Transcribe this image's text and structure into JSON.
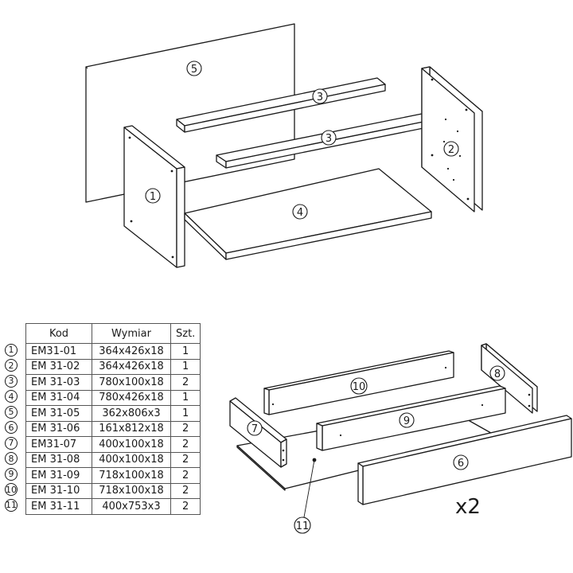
{
  "labels": {
    "back_panel": "5",
    "shelf_upper": "3",
    "shelf_lower": "3",
    "side_right": "2",
    "side_left": "1",
    "bottom": "4",
    "drawer_back": "10",
    "drawer_side_right": "8",
    "drawer_inner": "9",
    "drawer_side_left": "7",
    "drawer_front": "6",
    "drawer_bottom": "11",
    "quantity": "x2"
  },
  "table": {
    "headers": {
      "kod": "Kod",
      "wymiar": "Wymiar",
      "szt": "Szt."
    },
    "rows": [
      {
        "num": "1",
        "kod": "EM31-01",
        "wymiar": "364x426x18",
        "szt": "1"
      },
      {
        "num": "2",
        "kod": "EM 31-02",
        "wymiar": "364x426x18",
        "szt": "1"
      },
      {
        "num": "3",
        "kod": "EM 31-03",
        "wymiar": "780x100x18",
        "szt": "2"
      },
      {
        "num": "4",
        "kod": "EM 31-04",
        "wymiar": "780x426x18",
        "szt": "1"
      },
      {
        "num": "5",
        "kod": "EM 31-05",
        "wymiar": "362x806x3",
        "szt": "1"
      },
      {
        "num": "6",
        "kod": "EM 31-06",
        "wymiar": "161x812x18",
        "szt": "2"
      },
      {
        "num": "7",
        "kod": "EM31-07",
        "wymiar": "400x100x18",
        "szt": "2"
      },
      {
        "num": "8",
        "kod": "EM 31-08",
        "wymiar": "400x100x18",
        "szt": "2"
      },
      {
        "num": "9",
        "kod": "EM 31-09",
        "wymiar": "718x100x18",
        "szt": "2"
      },
      {
        "num": "10",
        "kod": "EM 31-10",
        "wymiar": "718x100x18",
        "szt": "2"
      },
      {
        "num": "11",
        "kod": "EM 31-11",
        "wymiar": "400x753x3",
        "szt": "2"
      }
    ]
  }
}
